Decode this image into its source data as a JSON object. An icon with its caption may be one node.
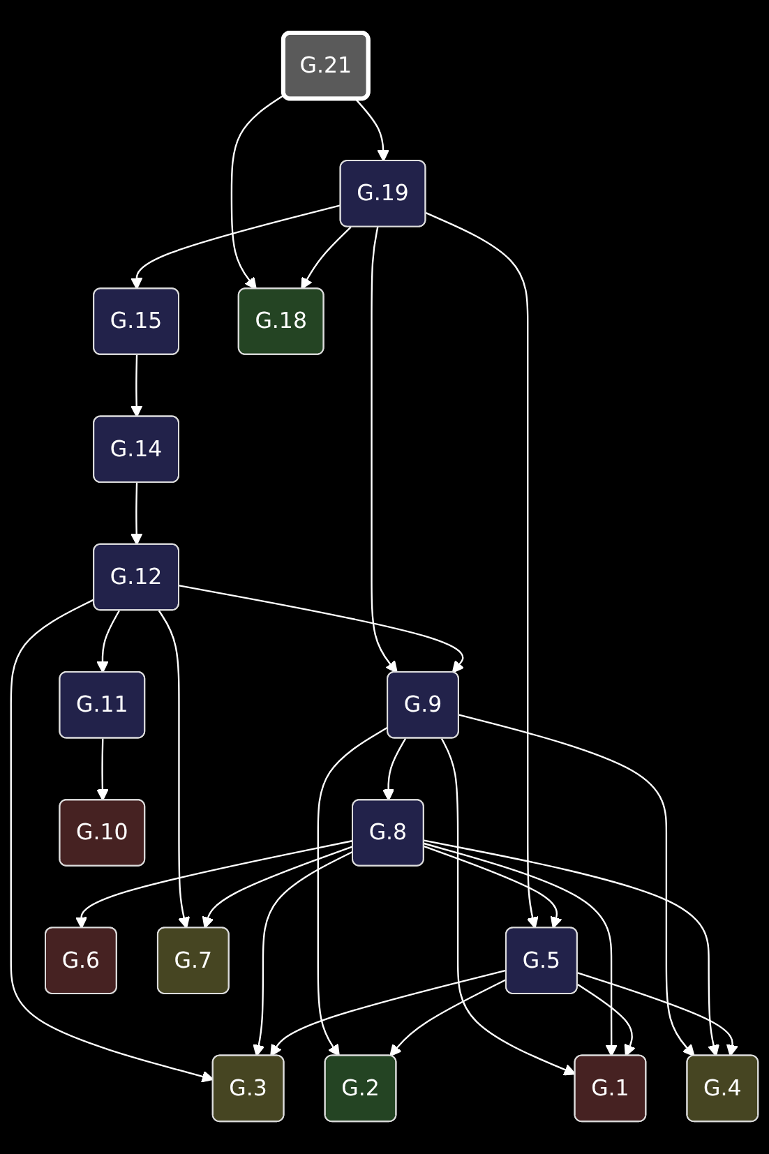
{
  "diagram": {
    "nodes": [
      {
        "text": [
          "G.21"
        ]
      },
      {
        "text": [
          "G.19"
        ]
      },
      {
        "text": [
          "G.15"
        ]
      },
      {
        "text": [
          "G.18"
        ]
      },
      {
        "text": [
          "G.14"
        ]
      },
      {
        "text": [
          "G.12"
        ]
      },
      {
        "text": [
          "G.9"
        ]
      },
      {
        "text": [
          "G.11"
        ]
      },
      {
        "text": [
          "G.8"
        ]
      },
      {
        "text": [
          "G.10"
        ]
      },
      {
        "text": [
          "G.5"
        ]
      },
      {
        "text": [
          "G.6"
        ]
      },
      {
        "text": [
          "G.7"
        ]
      },
      {
        "text": [
          "G.4"
        ]
      },
      {
        "text": [
          "G.2"
        ]
      },
      {
        "text": [
          "G.1"
        ]
      },
      {
        "text": [
          "G.3"
        ]
      }
    ],
    "edges": [
      {
        "from": 0,
        "to": 1,
        "arrow": "to"
      },
      {
        "from": 0,
        "to": 3,
        "arrow": "to"
      },
      {
        "from": 1,
        "to": 2,
        "arrow": "to"
      },
      {
        "from": 1,
        "to": 3,
        "arrow": "to"
      },
      {
        "from": 1,
        "to": 6,
        "arrow": "to"
      },
      {
        "from": 1,
        "to": 10,
        "arrow": "to"
      },
      {
        "from": 2,
        "to": 4,
        "arrow": "to"
      },
      {
        "from": 4,
        "to": 5,
        "arrow": "to"
      },
      {
        "from": 5,
        "to": 6,
        "arrow": "to"
      },
      {
        "from": 5,
        "to": 7,
        "arrow": "to"
      },
      {
        "from": 5,
        "to": 12,
        "arrow": "to"
      },
      {
        "from": 5,
        "to": 16,
        "arrow": "to"
      },
      {
        "from": 7,
        "to": 9,
        "arrow": "to"
      },
      {
        "from": 6,
        "to": 8,
        "arrow": "to"
      },
      {
        "from": 6,
        "to": 13,
        "arrow": "to"
      },
      {
        "from": 6,
        "to": 14,
        "arrow": "to"
      },
      {
        "from": 6,
        "to": 15,
        "arrow": "to"
      },
      {
        "from": 8,
        "to": 10,
        "arrow": "to"
      },
      {
        "from": 8,
        "to": 11,
        "arrow": "to"
      },
      {
        "from": 8,
        "to": 12,
        "arrow": "to"
      },
      {
        "from": 8,
        "to": 13,
        "arrow": "to"
      },
      {
        "from": 8,
        "to": 15,
        "arrow": "to"
      },
      {
        "from": 8,
        "to": 16,
        "arrow": "to"
      },
      {
        "from": 10,
        "to": 13,
        "arrow": "to"
      },
      {
        "from": 10,
        "to": 14,
        "arrow": "to"
      },
      {
        "from": 10,
        "to": 15,
        "arrow": "to"
      },
      {
        "from": 10,
        "to": 16,
        "arrow": "to"
      }
    ]
  }
}
